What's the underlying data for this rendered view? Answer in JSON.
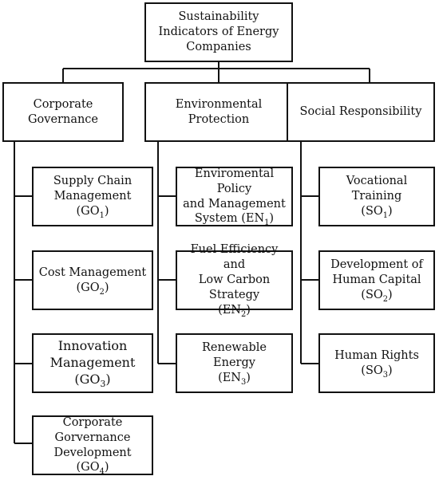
{
  "root": {
    "line1": "Sustainability",
    "line2": "Indicators of Energy",
    "line3": "Companies"
  },
  "categories": [
    {
      "line1": "Corporate",
      "line2": "Governance"
    },
    {
      "line1": "Environmental",
      "line2": "Protection"
    },
    {
      "line1": "Social Responsibility"
    }
  ],
  "governance": [
    {
      "line1": "Supply Chain",
      "line2": "Management (GO",
      "sub": "1",
      "tail": ")"
    },
    {
      "line1": "Cost Management",
      "line2": "(GO",
      "sub": "2",
      "tail": ")"
    },
    {
      "line1": "Innovation",
      "line2": "Management (GO",
      "sub": "3",
      "tail": ")"
    },
    {
      "line1": "Corporate",
      "line2": "Gorvernance",
      "line3": "Development (GO",
      "sub": "4",
      "tail": ")"
    }
  ],
  "environment": [
    {
      "line1": "Enviromental Policy",
      "line2": "and Management",
      "line3": "System (EN",
      "sub": "1",
      "tail": ")"
    },
    {
      "line1": "Fuel Efficiency and",
      "line2": "Low Carbon Strategy",
      "line3": "(EN",
      "sub": "2",
      "tail": ")"
    },
    {
      "line1": "Renewable Energy",
      "line2": "(EN",
      "sub": "3",
      "tail": ")"
    }
  ],
  "social": [
    {
      "line1": "Vocational Training",
      "line2": "(SO",
      "sub": "1",
      "tail": ")"
    },
    {
      "line1": "Development of",
      "line2": "Human Capital (SO",
      "sub": "2",
      "tail": ")"
    },
    {
      "line1": "Human Rights (SO",
      "sub": "3",
      "tail": ")"
    }
  ]
}
